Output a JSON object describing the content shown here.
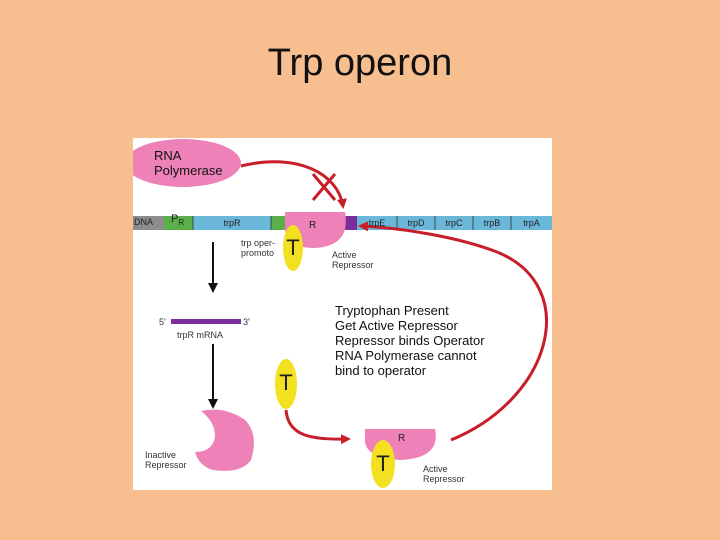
{
  "title": "Trp operon",
  "diagram": {
    "rna_polymerase": "RNA\nPolymerase",
    "dna_label": "DNA",
    "promoter_label": "P",
    "promoter_sub": "R",
    "genes": [
      "trpR",
      "trpE",
      "trpD",
      "trpC",
      "trpB",
      "trpA"
    ],
    "repressor_letter": "R",
    "trp_operon_promoter": "trp oper-\npromoto",
    "tryptophan_letter": "T",
    "active_repressor": "Active\nRepressor",
    "mrna_5": "5'",
    "mrna_3": "3'",
    "mrna_label": "trpR mRNA",
    "explanation": "Tryptophan Present\nGet Active Repressor\nRepressor binds Operator\nRNA Polymerase cannot\nbind to operator",
    "inactive_repressor": "Inactive\nRepressor",
    "colors": {
      "background": "#F7BE8F",
      "pink": "#EE82B8",
      "red": "#C81E2A",
      "yellow": "#F3E020",
      "gene_blue": "#6BB7D9",
      "purple": "#7A2E9E",
      "green": "#5BAF4A"
    }
  }
}
